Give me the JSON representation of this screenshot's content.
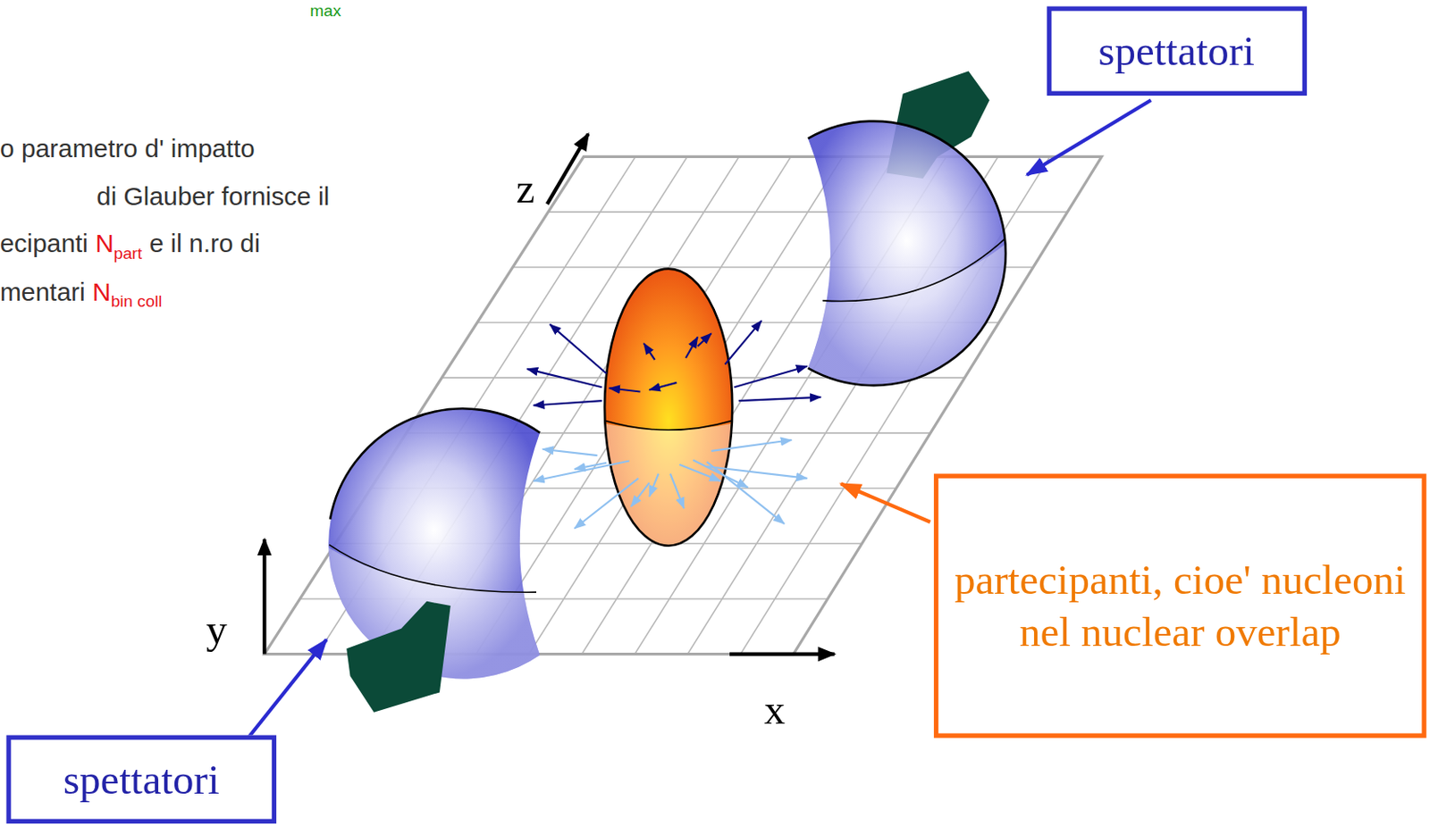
{
  "diagram": {
    "nodes": [
      {
        "text": [
          "spettatori"
        ]
      },
      {
        "text": [
          "partecipanti, cioe' nucleoni nel nuclear overlap"
        ]
      },
      {
        "text": [
          "spettatori"
        ]
      }
    ],
    "labels": [
      "max",
      "o parametro d' impatto",
      "di Glauber fornisce il",
      "ecipanti",
      "N",
      "part",
      "e il n.ro di",
      "mentari",
      "N",
      "bin coll",
      "z",
      "y",
      "x"
    ]
  }
}
